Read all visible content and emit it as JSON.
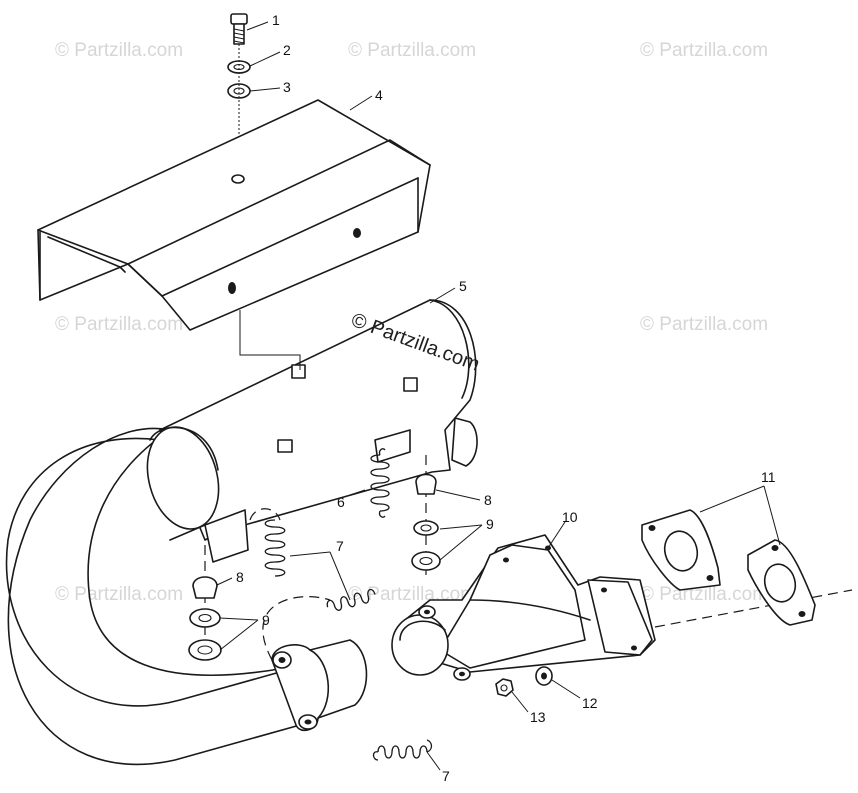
{
  "watermark": {
    "text": "© Partzilla.com"
  },
  "callouts": [
    "1",
    "2",
    "3",
    "4",
    "5",
    "6",
    "7",
    "8",
    "9",
    "10",
    "11",
    "12",
    "13",
    "7",
    "8",
    "9",
    "7"
  ],
  "colors": {
    "ink": "#1a1a1a",
    "background": "#ffffff",
    "watermark": "#d6d6d6"
  }
}
